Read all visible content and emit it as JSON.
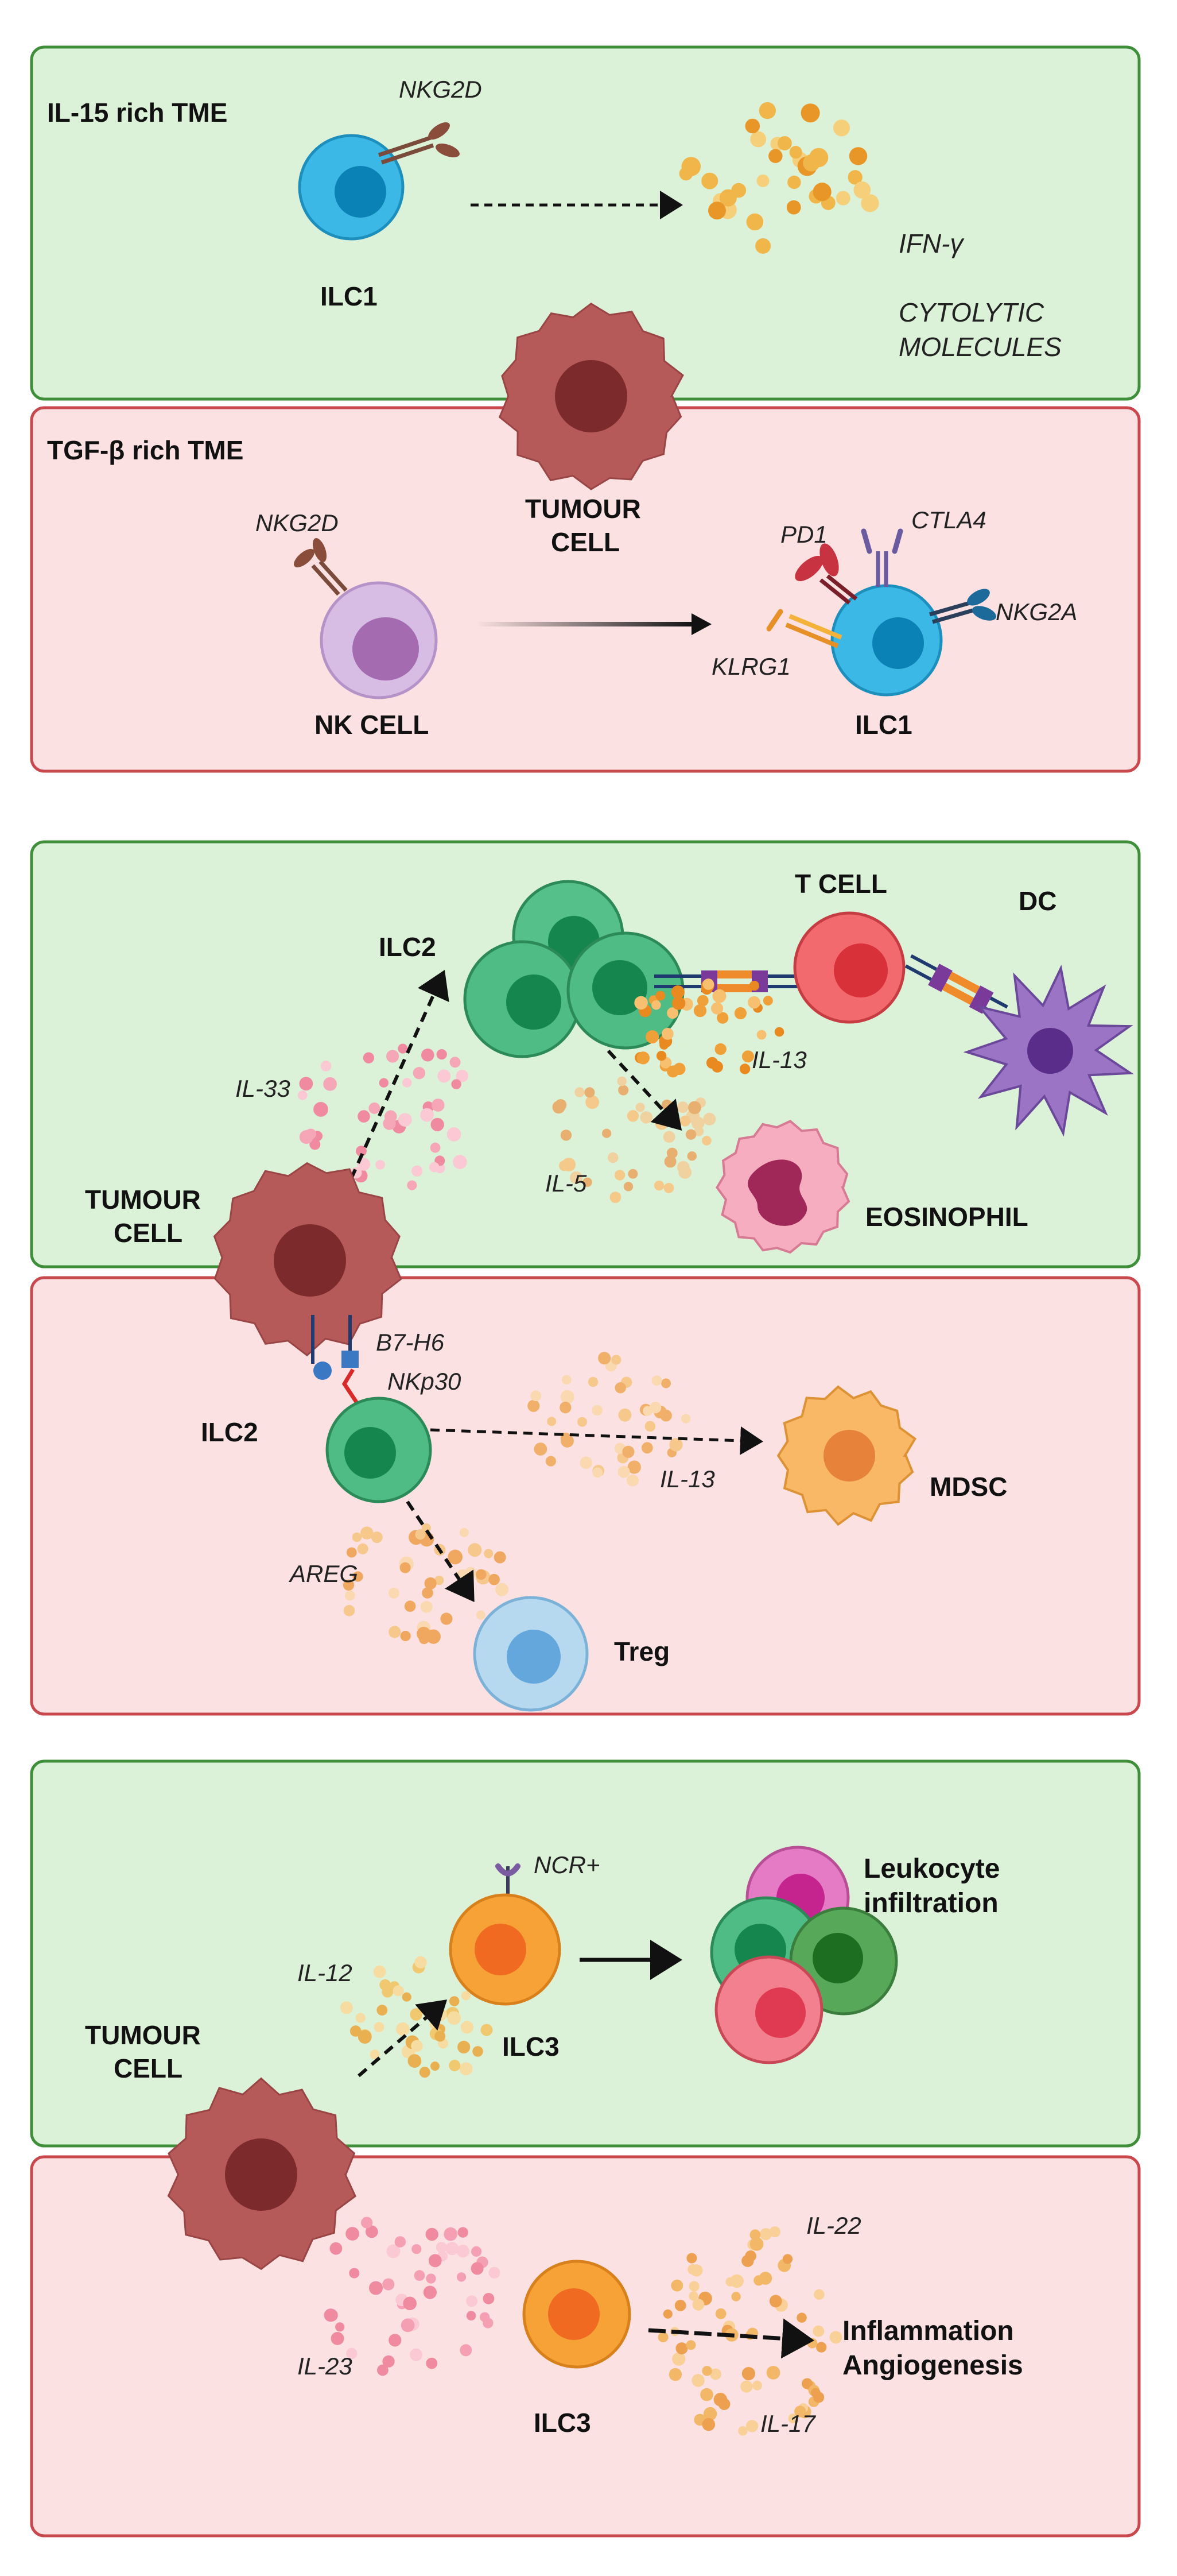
{
  "colors": {
    "green_panel_fill": "#dcf2d8",
    "green_panel_stroke": "#3f8f3a",
    "red_panel_fill": "#fbe1e1",
    "red_panel_stroke": "#c8484e",
    "ilc1": "#29a9db",
    "nk_cell": "#c8a6d8",
    "ilc2": "#2fae6f",
    "ilc3": "#f49a2d",
    "tumour": "#b55a59",
    "t_cell": "#ee5055",
    "dc": "#8b62b8",
    "eosinophil": "#f3a1b6",
    "mdsc": "#f6b24f",
    "treg": "#a3cdeb"
  },
  "panel1": {
    "green_title": "IL-15 rich TME",
    "green_receptor": "NKG2D",
    "green_cell": "ILC1",
    "product1": "IFN-γ",
    "product2_line1": "CYTOLYTIC",
    "product2_line2": "MOLECULES",
    "tumour_line1": "TUMOUR",
    "tumour_line2": "CELL",
    "red_title": "TGF-β rich TME",
    "red_receptor": "NKG2D",
    "red_cell_start": "NK CELL",
    "red_cell_end": "ILC1",
    "pd1": "PD1",
    "ctla4": "CTLA4",
    "nkg2a": "NKG2A",
    "klrg1": "KLRG1"
  },
  "panel2": {
    "ilc2_top": "ILC2",
    "t_cell": "T CELL",
    "dc": "DC",
    "il33": "IL-33",
    "il13_top": "IL-13",
    "il5": "IL-5",
    "eosinophil": "EOSINOPHIL",
    "tumour_line1": "TUMOUR",
    "tumour_line2": "CELL",
    "b7h6": "B7-H6",
    "nkp30": "NKp30",
    "ilc2_bottom": "ILC2",
    "il13_bottom": "IL-13",
    "mdsc": "MDSC",
    "areg": "AREG",
    "treg": "Treg"
  },
  "panel3": {
    "ncr": "NCR+",
    "leuko_line1": "Leukocyte",
    "leuko_line2": "infiltration",
    "il12": "IL-12",
    "ilc3_top": "ILC3",
    "tumour_line1": "TUMOUR",
    "tumour_line2": "CELL",
    "il22": "IL-22",
    "inflam_line1": "Inflammation",
    "inflam_line2": "Angiogenesis",
    "il23": "IL-23",
    "ilc3_bottom": "ILC3",
    "il17": "IL-17"
  }
}
